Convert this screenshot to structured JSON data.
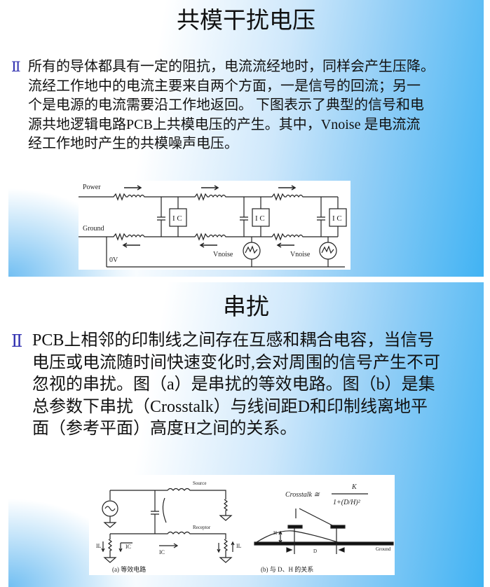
{
  "slide1": {
    "title": "共模干扰电压",
    "bullet": "Ⅱ",
    "lines": [
      "所有的导体都具有一定的阻抗，电流流经地时，同样会产生压降。",
      "流经工作地中的电流主要来自两个方面，一是信号的回流；另一",
      "个是电源的电流需要沿工作地返回。 下图表示了典型的信号和电",
      "源共地逻辑电路PCB上共模电压的产生。其中，Vnoise 是电流流",
      "经工作地时产生的共模噪声电压。"
    ],
    "figure": {
      "power": "Power",
      "ground": "Ground",
      "zero": "0V",
      "ic": "I C",
      "vnoise": "Vnoise"
    }
  },
  "slide2": {
    "title": "串扰",
    "bullet": "Ⅱ",
    "lines": [
      "PCB上相邻的印制线之间存在互感和耦合电容，当信号",
      "电压或电流随时间快速变化时,会对周围的信号产生不可",
      "忽视的串扰。图（a）是串扰的等效电路。图（b）是集",
      "总参数下串扰（Crosstalk）与线间距D和印制线离地平",
      "面（参考平面）高度H之间的关系。"
    ],
    "figure": {
      "source": "Source",
      "receptor": "Receptor",
      "il": "IL",
      "ic": "IC",
      "formula_left": "Crosstalk ≅",
      "formula_num": "K",
      "formula_den": "1+(D/H)²",
      "h": "H",
      "d": "D",
      "ground": "Ground",
      "caption_a": "(a)   等效电路",
      "caption_b": "(b)   与 D、H 的关系"
    }
  },
  "colors": {
    "bullet": "#3030b0",
    "gradient_blue": "#41b3f3"
  }
}
